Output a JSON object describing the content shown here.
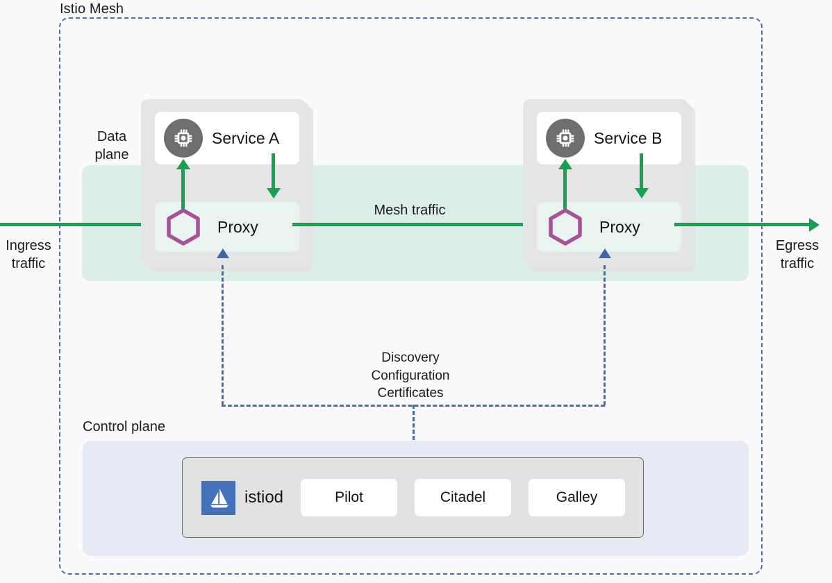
{
  "diagram": {
    "title": "Istio Mesh",
    "background": "#fafafc"
  },
  "planes": {
    "data_plane_label": "Data\nplane",
    "data_plane_label_line1": "Data",
    "data_plane_label_line2": "plane",
    "data_plane_color": "#dceee8",
    "control_plane_label": "Control plane",
    "control_plane_color": "#e6eaf5"
  },
  "traffic": {
    "ingress_line1": "Ingress",
    "ingress_line2": "traffic",
    "egress_line1": "Egress",
    "egress_line2": "traffic",
    "mesh_label": "Mesh traffic",
    "arrow_color": "#16a04f"
  },
  "control_connector": {
    "line1": "Discovery",
    "line2": "Configuration",
    "line3": "Certificates",
    "color": "#4a6fa5"
  },
  "pods": [
    {
      "id": "pod-a",
      "service_label": "Service A",
      "service_icon": "cpu-chip-icon",
      "proxy_label": "Proxy",
      "proxy_icon": "hexagon-icon",
      "proxy_icon_color": "#a8509a",
      "chip_bg": "#6e6e6e"
    },
    {
      "id": "pod-b",
      "service_label": "Service B",
      "service_icon": "cpu-chip-icon",
      "proxy_label": "Proxy",
      "proxy_icon": "hexagon-icon",
      "proxy_icon_color": "#a8509a",
      "chip_bg": "#6e6e6e"
    }
  ],
  "istiod": {
    "name": "istiod",
    "logo_icon": "istio-sailboat-icon",
    "logo_color": "#4471b8",
    "components": [
      {
        "label": "Pilot"
      },
      {
        "label": "Citadel"
      },
      {
        "label": "Galley"
      }
    ]
  }
}
